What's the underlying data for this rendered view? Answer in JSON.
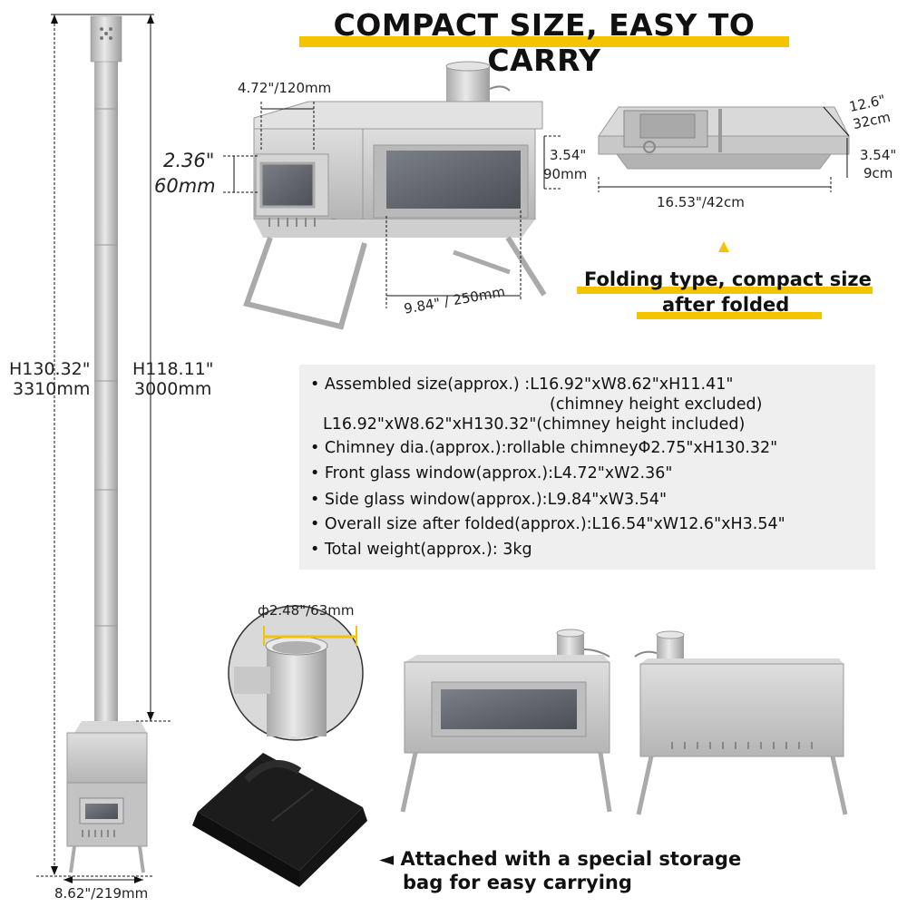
{
  "title": "COMPACT SIZE, EASY TO CARRY",
  "dims": {
    "front_window_w": "4.72\"/120mm",
    "front_window_h_in": "2.36\"",
    "front_window_h_mm": "60mm",
    "side_window_h_in": "3.54\"",
    "side_window_h_mm": "90mm",
    "side_window_w": "9.84\" / 250mm",
    "folded_w_in": "12.6\"",
    "folded_w_cm": "32cm",
    "folded_h_in": "3.54\"",
    "folded_h_cm": "9cm",
    "folded_l": "16.53\"/42cm",
    "total_height_in": "H130.32\"",
    "total_height_mm": "3310mm",
    "chimney_height_in": "H118.11\"",
    "chimney_height_mm": "3000mm",
    "base_width": "8.62\"/219mm",
    "chimney_dia": "ф2.48\"/63mm"
  },
  "fold_caption": {
    "line1": "Folding type, compact size",
    "line2": "after folded"
  },
  "specs": [
    "• Assembled size(approx.) :L16.92\"xW8.62\"xH11.41\"",
    "(chimney height excluded)",
    "L16.92\"xW8.62\"xH130.32\"(chimney height included)",
    "• Chimney dia.(approx.):rollable chimneyΦ2.75\"xH130.32\"",
    "• Front glass window(approx.):L4.72\"xW2.36\"",
    "• Side glass window(approx.):L9.84\"xW3.54\"",
    "• Overall size after folded(approx.):L16.54\"xW12.6\"xH3.54\"",
    "• Total weight(approx.): 3kg"
  ],
  "bag_caption": {
    "arrow": "◄",
    "line1": "Attached with a special storage",
    "line2": "bag for easy carrying"
  },
  "colors": {
    "accent": "#f5c400",
    "steel": "#c9c9c9",
    "spec_bg": "#efefef"
  }
}
